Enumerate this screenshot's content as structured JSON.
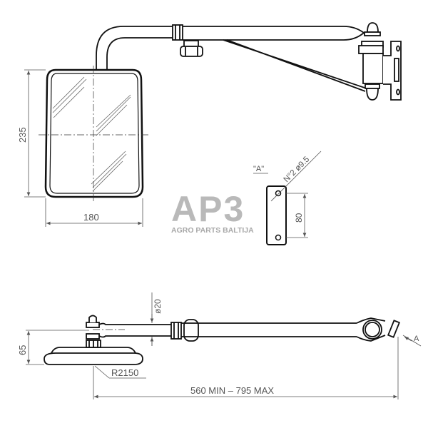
{
  "drawing": {
    "title": "Mirror assembly technical drawing",
    "colors": {
      "line": "#111111",
      "dimension": "#555555",
      "watermark": "#b9b9b9"
    }
  },
  "watermark": {
    "logo": "AP3",
    "tagline": "AGRO PARTS BALTIJA"
  },
  "dimensions": {
    "mirror_height": "235",
    "mirror_width": "180",
    "detail_label": "\"A\"",
    "holes_callout": "N°2  ø9.5",
    "hole_spacing": "80",
    "tube_diameter": "ø20",
    "mirror_depth": "65",
    "mirror_radius": "R2150",
    "arm_length": "560  MIN  –  795  MAX",
    "view_marker": "A"
  }
}
